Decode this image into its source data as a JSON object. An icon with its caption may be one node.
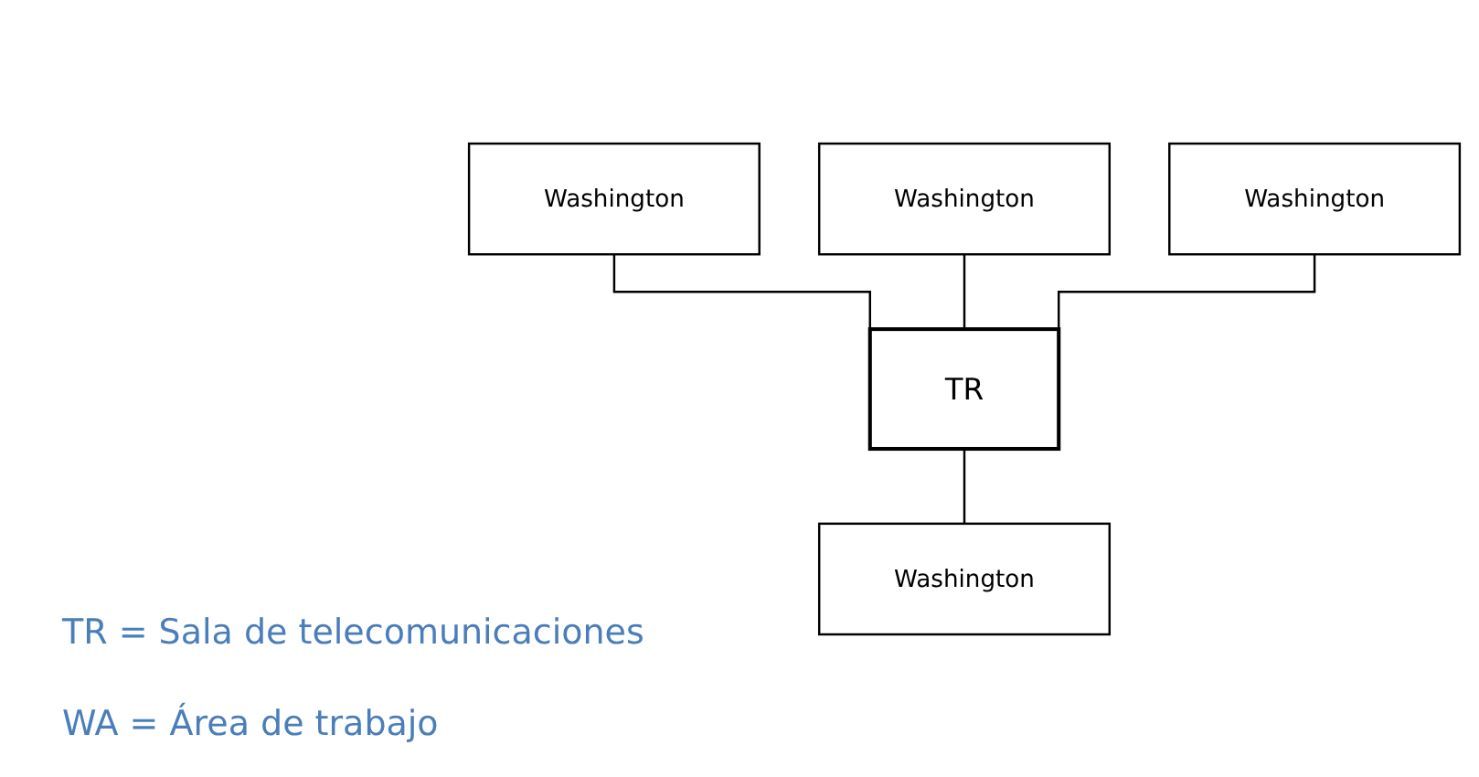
{
  "diagram": {
    "nodes": [
      {
        "text": [
          "Washington"
        ]
      },
      {
        "text": [
          "Washington"
        ]
      },
      {
        "text": [
          "Washington"
        ]
      },
      {
        "text": [
          "TR"
        ]
      },
      {
        "text": [
          "Washington"
        ]
      }
    ],
    "edges": [
      {
        "from": 0,
        "to": 3,
        "arrow": "none"
      },
      {
        "from": 1,
        "to": 3,
        "arrow": "none"
      },
      {
        "from": 2,
        "to": 3,
        "arrow": "none"
      },
      {
        "from": 3,
        "to": 4,
        "arrow": "none"
      }
    ],
    "labels": [
      "TR = Sala de telecomunicaciones",
      "WA = Área de trabajo"
    ]
  }
}
